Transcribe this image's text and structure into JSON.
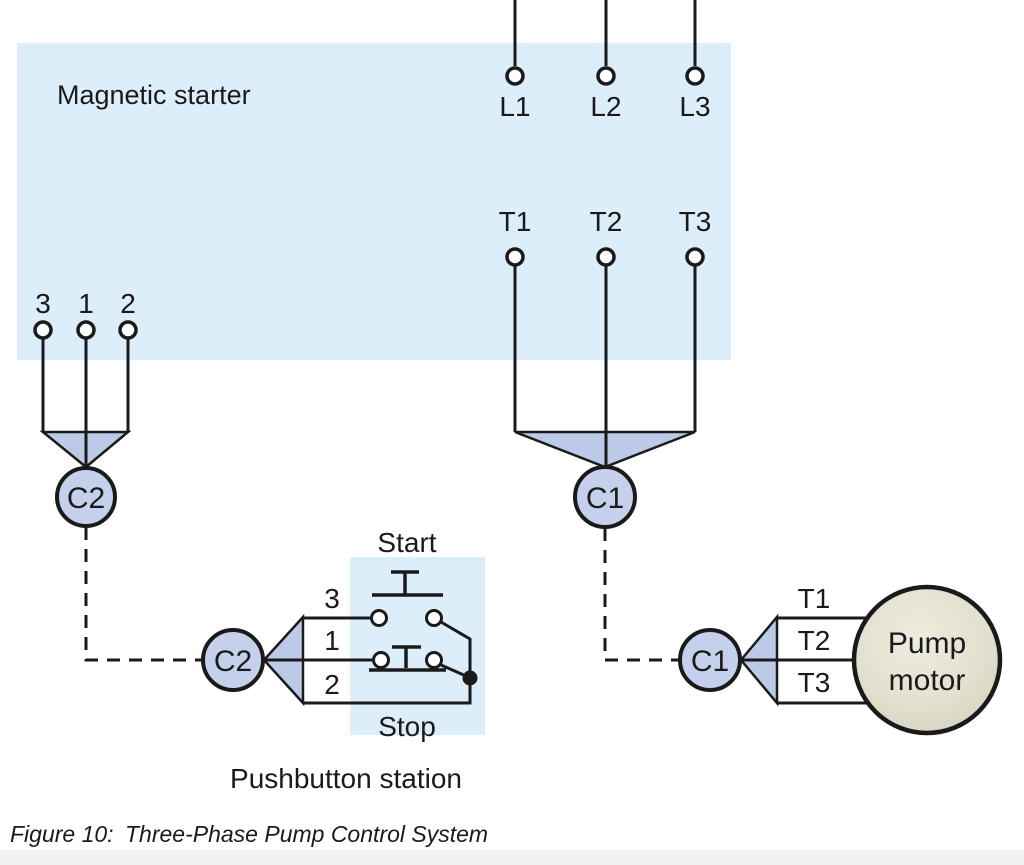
{
  "colors": {
    "panel_blue": "#dceef9",
    "funnel_fill": "#bccae8",
    "contactor_fill": "#c5d1ec",
    "motor_center": "#eeecdf",
    "motor_mid": "#e2dfce",
    "motor_edge": "#d2cfb8",
    "caption_text": "#3d4e5e",
    "bottom_strip": "#eff1f3"
  },
  "starter": {
    "label": "Magnetic starter",
    "line_terminals": [
      "L1",
      "L2",
      "L3"
    ],
    "load_terminals": [
      "T1",
      "T2",
      "T3"
    ],
    "control_terminals": [
      "3",
      "1",
      "2"
    ]
  },
  "contactors": {
    "main": "C1",
    "control": "C2"
  },
  "pushbutton": {
    "station_label": "Pushbutton station",
    "start": "Start",
    "stop": "Stop",
    "wires": [
      "3",
      "1",
      "2"
    ]
  },
  "motor": {
    "name_line1": "Pump",
    "name_line2": "motor",
    "terminals": [
      "T1",
      "T2",
      "T3"
    ]
  },
  "caption": {
    "figure": "Figure 10:",
    "title": "Three-Phase Pump Control System"
  }
}
